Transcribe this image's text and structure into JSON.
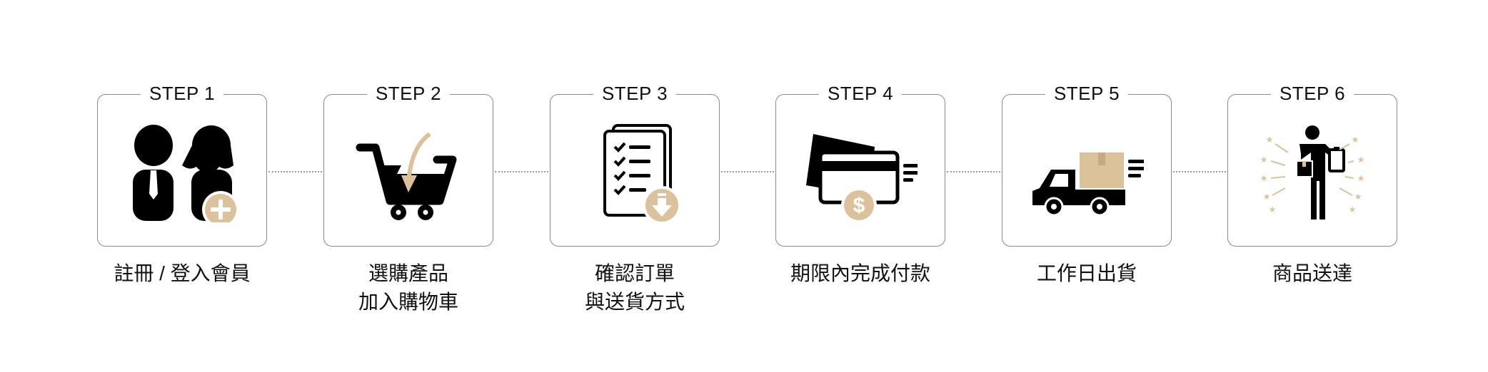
{
  "colors": {
    "accent": "#dcc29a",
    "icon": "#000000",
    "border": "#8a8a8a"
  },
  "steps": [
    {
      "label": "STEP 1",
      "icon": "users-add-icon",
      "caption": [
        "註冊 / 登入會員"
      ]
    },
    {
      "label": "STEP 2",
      "icon": "cart-add-icon",
      "caption": [
        "選購產品",
        "加入購物車"
      ]
    },
    {
      "label": "STEP 3",
      "icon": "checklist-icon",
      "caption": [
        "確認訂單",
        "與送貨方式"
      ]
    },
    {
      "label": "STEP 4",
      "icon": "credit-card-payment-icon",
      "caption": [
        "期限內完成付款"
      ]
    },
    {
      "label": "STEP 5",
      "icon": "delivery-truck-icon",
      "caption": [
        "工作日出貨"
      ]
    },
    {
      "label": "STEP 6",
      "icon": "delivery-man-icon",
      "caption": [
        "商品送達"
      ]
    }
  ]
}
